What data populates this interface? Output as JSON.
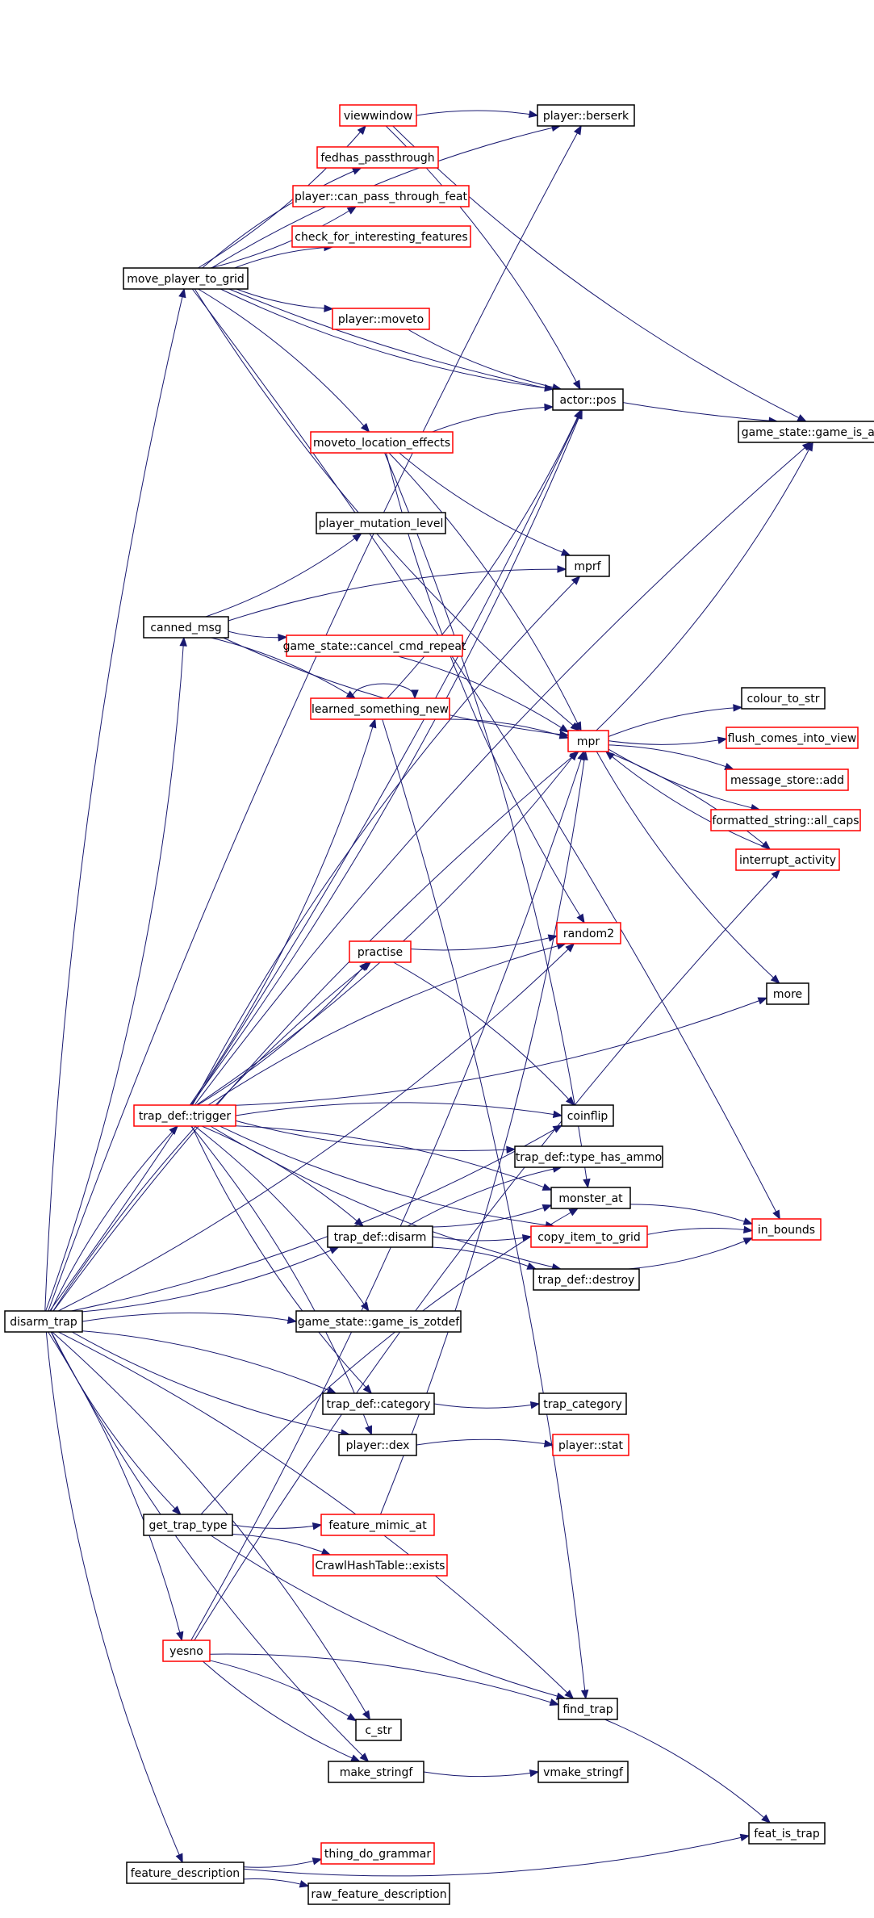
{
  "colors": {
    "edge": "#191970",
    "node_border_default": "#000000",
    "node_border_truncated": "#ff0000",
    "root_fill": "#bfbfbf",
    "background": "#ffffff"
  },
  "nodes": [
    {
      "id": "disarm_trap",
      "label": "disarm_trap",
      "border": "black",
      "root": true
    },
    {
      "id": "move_player_to_grid",
      "label": "move_player_to_grid",
      "border": "black"
    },
    {
      "id": "canned_msg",
      "label": "canned_msg",
      "border": "black"
    },
    {
      "id": "trap_def_trigger",
      "label": "trap_def::trigger",
      "border": "red"
    },
    {
      "id": "get_trap_type",
      "label": "get_trap_type",
      "border": "black"
    },
    {
      "id": "yesno",
      "label": "yesno",
      "border": "red"
    },
    {
      "id": "feature_description",
      "label": "feature_description",
      "border": "black"
    },
    {
      "id": "viewwindow",
      "label": "viewwindow",
      "border": "red"
    },
    {
      "id": "fedhas_passthrough",
      "label": "fedhas_passthrough",
      "border": "red"
    },
    {
      "id": "player_can_pass_through_feat",
      "label": "player::can_pass_through_feat",
      "border": "red"
    },
    {
      "id": "check_for_interesting_features",
      "label": "check_for_interesting_features",
      "border": "red"
    },
    {
      "id": "player_moveto",
      "label": "player::moveto",
      "border": "red"
    },
    {
      "id": "moveto_location_effects",
      "label": "moveto_location_effects",
      "border": "red"
    },
    {
      "id": "player_mutation_level",
      "label": "player_mutation_level",
      "border": "black"
    },
    {
      "id": "game_state_cancel_cmd_repeat",
      "label": "game_state::cancel_cmd_repeat",
      "border": "red"
    },
    {
      "id": "learned_something_new",
      "label": "learned_something_new",
      "border": "red"
    },
    {
      "id": "practise",
      "label": "practise",
      "border": "red"
    },
    {
      "id": "trap_def_disarm",
      "label": "trap_def::disarm",
      "border": "black"
    },
    {
      "id": "game_state_game_is_zotdef",
      "label": "game_state::game_is_zotdef",
      "border": "black"
    },
    {
      "id": "trap_def_category",
      "label": "trap_def::category",
      "border": "black"
    },
    {
      "id": "player_dex",
      "label": "player::dex",
      "border": "black"
    },
    {
      "id": "feature_mimic_at",
      "label": "feature_mimic_at",
      "border": "red"
    },
    {
      "id": "crawlhashtable_exists",
      "label": "CrawlHashTable::exists",
      "border": "red"
    },
    {
      "id": "c_str",
      "label": "c_str",
      "border": "black"
    },
    {
      "id": "make_stringf",
      "label": "make_stringf",
      "border": "black"
    },
    {
      "id": "thing_do_grammar",
      "label": "thing_do_grammar",
      "border": "red"
    },
    {
      "id": "raw_feature_description",
      "label": "raw_feature_description",
      "border": "black"
    },
    {
      "id": "player_berserk",
      "label": "player::berserk",
      "border": "black"
    },
    {
      "id": "actor_pos",
      "label": "actor::pos",
      "border": "black"
    },
    {
      "id": "mprf",
      "label": "mprf",
      "border": "black"
    },
    {
      "id": "mpr",
      "label": "mpr",
      "border": "red"
    },
    {
      "id": "random2",
      "label": "random2",
      "border": "red"
    },
    {
      "id": "coinflip",
      "label": "coinflip",
      "border": "black"
    },
    {
      "id": "trap_def_type_has_ammo",
      "label": "trap_def::type_has_ammo",
      "border": "black"
    },
    {
      "id": "monster_at",
      "label": "monster_at",
      "border": "black"
    },
    {
      "id": "copy_item_to_grid",
      "label": "copy_item_to_grid",
      "border": "red"
    },
    {
      "id": "trap_def_destroy",
      "label": "trap_def::destroy",
      "border": "black"
    },
    {
      "id": "trap_category",
      "label": "trap_category",
      "border": "black"
    },
    {
      "id": "player_stat",
      "label": "player::stat",
      "border": "red"
    },
    {
      "id": "find_trap",
      "label": "find_trap",
      "border": "black"
    },
    {
      "id": "vmake_stringf",
      "label": "vmake_stringf",
      "border": "black"
    },
    {
      "id": "game_state_game_is_arena",
      "label": "game_state::game_is_arena",
      "border": "black"
    },
    {
      "id": "colour_to_str",
      "label": "colour_to_str",
      "border": "black"
    },
    {
      "id": "flush_comes_into_view",
      "label": "flush_comes_into_view",
      "border": "red"
    },
    {
      "id": "message_store_add",
      "label": "message_store::add",
      "border": "red"
    },
    {
      "id": "formatted_string_all_caps",
      "label": "formatted_string::all_caps",
      "border": "red"
    },
    {
      "id": "interrupt_activity",
      "label": "interrupt_activity",
      "border": "red"
    },
    {
      "id": "more",
      "label": "more",
      "border": "black"
    },
    {
      "id": "in_bounds",
      "label": "in_bounds",
      "border": "red"
    },
    {
      "id": "feat_is_trap",
      "label": "feat_is_trap",
      "border": "black"
    }
  ],
  "edges": [
    [
      "disarm_trap",
      "move_player_to_grid"
    ],
    [
      "disarm_trap",
      "canned_msg"
    ],
    [
      "disarm_trap",
      "trap_def_trigger"
    ],
    [
      "disarm_trap",
      "get_trap_type"
    ],
    [
      "disarm_trap",
      "yesno"
    ],
    [
      "disarm_trap",
      "feature_description"
    ],
    [
      "disarm_trap",
      "player_berserk"
    ],
    [
      "disarm_trap",
      "actor_pos"
    ],
    [
      "disarm_trap",
      "mpr"
    ],
    [
      "disarm_trap",
      "random2"
    ],
    [
      "disarm_trap",
      "practise"
    ],
    [
      "disarm_trap",
      "trap_def_disarm"
    ],
    [
      "disarm_trap",
      "game_state_game_is_zotdef"
    ],
    [
      "disarm_trap",
      "coinflip"
    ],
    [
      "disarm_trap",
      "trap_def_category"
    ],
    [
      "disarm_trap",
      "player_dex"
    ],
    [
      "disarm_trap",
      "c_str"
    ],
    [
      "disarm_trap",
      "make_stringf"
    ],
    [
      "disarm_trap",
      "find_trap"
    ],
    [
      "move_player_to_grid",
      "viewwindow"
    ],
    [
      "move_player_to_grid",
      "fedhas_passthrough"
    ],
    [
      "move_player_to_grid",
      "player_can_pass_through_feat"
    ],
    [
      "move_player_to_grid",
      "check_for_interesting_features"
    ],
    [
      "move_player_to_grid",
      "player_moveto"
    ],
    [
      "move_player_to_grid",
      "moveto_location_effects"
    ],
    [
      "move_player_to_grid",
      "actor_pos"
    ],
    [
      "move_player_to_grid",
      "player_berserk"
    ],
    [
      "move_player_to_grid",
      "game_state_game_is_arena"
    ],
    [
      "move_player_to_grid",
      "in_bounds"
    ],
    [
      "move_player_to_grid",
      "mpr"
    ],
    [
      "viewwindow",
      "player_berserk"
    ],
    [
      "viewwindow",
      "game_state_game_is_arena"
    ],
    [
      "viewwindow",
      "actor_pos"
    ],
    [
      "player_moveto",
      "actor_pos"
    ],
    [
      "moveto_location_effects",
      "actor_pos"
    ],
    [
      "moveto_location_effects",
      "mprf"
    ],
    [
      "moveto_location_effects",
      "mpr"
    ],
    [
      "moveto_location_effects",
      "random2"
    ],
    [
      "moveto_location_effects",
      "monster_at"
    ],
    [
      "canned_msg",
      "player_mutation_level"
    ],
    [
      "canned_msg",
      "mprf"
    ],
    [
      "canned_msg",
      "game_state_cancel_cmd_repeat"
    ],
    [
      "canned_msg",
      "learned_something_new"
    ],
    [
      "canned_msg",
      "mpr"
    ],
    [
      "game_state_cancel_cmd_repeat",
      "mpr"
    ],
    [
      "learned_something_new",
      "learned_something_new"
    ],
    [
      "learned_something_new",
      "mpr"
    ],
    [
      "learned_something_new",
      "actor_pos"
    ],
    [
      "learned_something_new",
      "find_trap"
    ],
    [
      "mpr",
      "game_state_game_is_arena"
    ],
    [
      "mpr",
      "colour_to_str"
    ],
    [
      "mpr",
      "flush_comes_into_view"
    ],
    [
      "mpr",
      "message_store_add"
    ],
    [
      "mpr",
      "formatted_string_all_caps"
    ],
    [
      "mpr",
      "interrupt_activity"
    ],
    [
      "mpr",
      "more"
    ],
    [
      "interrupt_activity",
      "mpr"
    ],
    [
      "practise",
      "random2"
    ],
    [
      "practise",
      "coinflip"
    ],
    [
      "trap_def_trigger",
      "learned_something_new"
    ],
    [
      "trap_def_trigger",
      "mprf"
    ],
    [
      "trap_def_trigger",
      "mpr"
    ],
    [
      "trap_def_trigger",
      "random2"
    ],
    [
      "trap_def_trigger",
      "practise"
    ],
    [
      "trap_def_trigger",
      "coinflip"
    ],
    [
      "trap_def_trigger",
      "trap_def_type_has_ammo"
    ],
    [
      "trap_def_trigger",
      "monster_at"
    ],
    [
      "trap_def_trigger",
      "copy_item_to_grid"
    ],
    [
      "trap_def_trigger",
      "trap_def_disarm"
    ],
    [
      "trap_def_trigger",
      "trap_def_destroy"
    ],
    [
      "trap_def_trigger",
      "game_state_game_is_zotdef"
    ],
    [
      "trap_def_trigger",
      "trap_def_category"
    ],
    [
      "trap_def_trigger",
      "player_dex"
    ],
    [
      "trap_def_trigger",
      "actor_pos"
    ],
    [
      "trap_def_trigger",
      "game_state_game_is_arena"
    ],
    [
      "trap_def_trigger",
      "more"
    ],
    [
      "trap_def_disarm",
      "trap_def_type_has_ammo"
    ],
    [
      "trap_def_disarm",
      "copy_item_to_grid"
    ],
    [
      "trap_def_disarm",
      "trap_def_destroy"
    ],
    [
      "trap_def_disarm",
      "monster_at"
    ],
    [
      "copy_item_to_grid",
      "in_bounds"
    ],
    [
      "trap_def_destroy",
      "in_bounds"
    ],
    [
      "monster_at",
      "in_bounds"
    ],
    [
      "trap_def_category",
      "trap_category"
    ],
    [
      "player_dex",
      "player_stat"
    ],
    [
      "get_trap_type",
      "feature_mimic_at"
    ],
    [
      "get_trap_type",
      "crawlhashtable_exists"
    ],
    [
      "get_trap_type",
      "find_trap"
    ],
    [
      "get_trap_type",
      "monster_at"
    ],
    [
      "feature_mimic_at",
      "mpr"
    ],
    [
      "yesno",
      "c_str"
    ],
    [
      "yesno",
      "make_stringf"
    ],
    [
      "yesno",
      "interrupt_activity"
    ],
    [
      "yesno",
      "mpr"
    ],
    [
      "yesno",
      "find_trap"
    ],
    [
      "make_stringf",
      "vmake_stringf"
    ],
    [
      "find_trap",
      "feat_is_trap"
    ],
    [
      "feature_description",
      "thing_do_grammar"
    ],
    [
      "feature_description",
      "raw_feature_description"
    ],
    [
      "feature_description",
      "feat_is_trap"
    ]
  ]
}
